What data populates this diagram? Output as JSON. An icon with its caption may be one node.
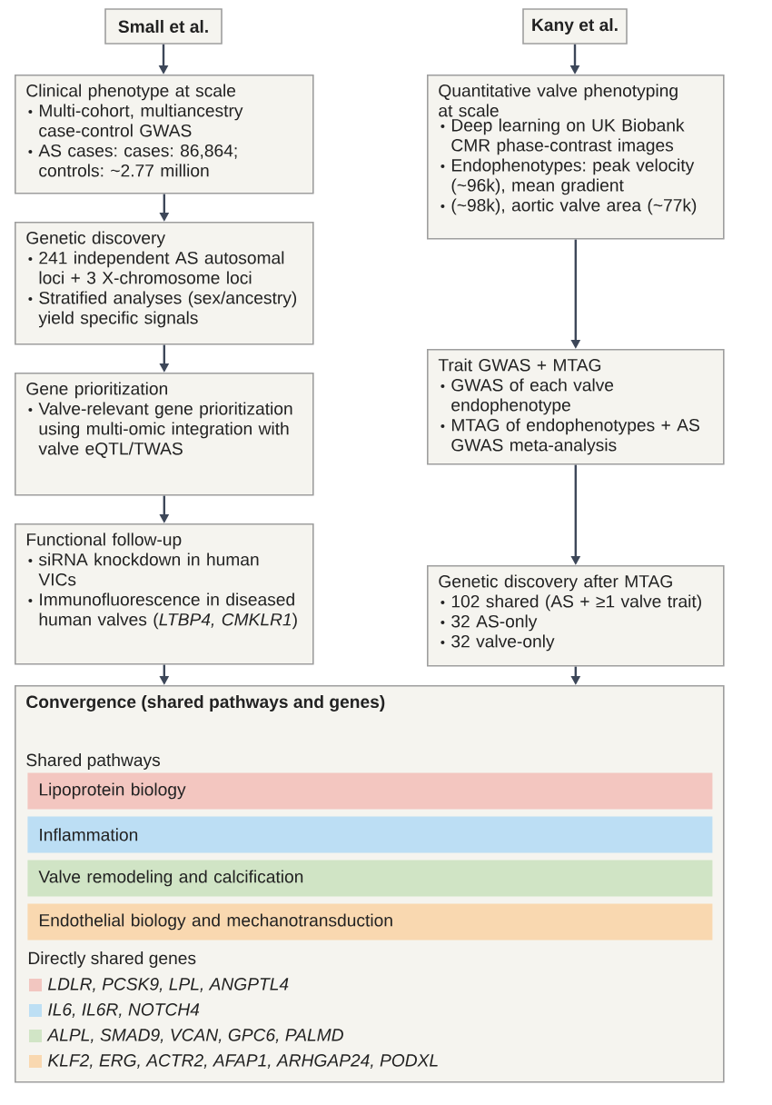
{
  "diagram": {
    "nodes": [
      {
        "text": [
          "Small et al."
        ]
      },
      {
        "text": [
          "Clinical phenotype at scale",
          "Multi-cohort, multiancestry case-control GWAS",
          "AS cases: cases: 86,864; controls: ~2.77 million"
        ]
      },
      {
        "text": [
          "Genetic discovery",
          "241 independent AS autosomal loci + 3 X-chromosome loci",
          "Stratified analyses (sex/ancestry) yield specific signals"
        ]
      },
      {
        "text": [
          "Gene prioritization",
          "Valve-relevant gene prioritization using multi-omic integration with valve eQTL/TWAS"
        ]
      },
      {
        "text": [
          "Functional follow-up",
          "siRNA knockdown in human VICs",
          "Immunofluorescence in diseased human valves (*LTBP4, CMKLR1*)"
        ]
      },
      {
        "text": [
          "Kany et al."
        ]
      },
      {
        "text": [
          "Quantitative valve phenotyping at scale",
          "Deep learning on UK Biobank CMR phase-contrast images",
          "Endophenotypes: peak velocity (~96k), mean gradient",
          "(~98k), aortic valve area (~77k)"
        ]
      },
      {
        "text": [
          "Trait GWAS + MTAG",
          "GWAS of each valve endophenotype",
          "MTAG of endophenotypes + AS GWAS meta-analysis"
        ]
      },
      {
        "text": [
          "Genetic discovery after MTAG",
          "102 shared (AS + ≥1 valve trait)",
          "32 AS-only",
          "32 valve-only"
        ]
      },
      {
        "text": [
          "Convergence (shared pathways and genes)",
          "Shared pathways",
          "Directly shared genes"
        ]
      },
      {
        "text": [
          "Lipoprotein biology"
        ],
        "in": 9
      },
      {
        "text": [
          "Inflammation"
        ],
        "in": 9
      },
      {
        "text": [
          "Valve remodeling and calcification"
        ],
        "in": 9
      },
      {
        "text": [
          "Endothelial biology and mechanotransduction"
        ],
        "in": 9
      }
    ],
    "edges": [
      {
        "from": 0,
        "to": 1,
        "arrow": "to"
      },
      {
        "from": 1,
        "to": 2,
        "arrow": "to"
      },
      {
        "from": 2,
        "to": 3,
        "arrow": "to"
      },
      {
        "from": 3,
        "to": 4,
        "arrow": "to"
      },
      {
        "from": 4,
        "to": 9,
        "arrow": "to"
      },
      {
        "from": 5,
        "to": 6,
        "arrow": "to"
      },
      {
        "from": 6,
        "to": 7,
        "arrow": "to"
      },
      {
        "from": 7,
        "to": 8,
        "arrow": "to"
      },
      {
        "from": 8,
        "to": 9,
        "arrow": "to"
      }
    ],
    "legend": [
      {
        "text": "LDLR, PCSK9, LPL, ANGPTL4",
        "color": "#f2c6c0"
      },
      {
        "text": "IL6, IL6R, NOTCH4",
        "color": "#bddff4"
      },
      {
        "text": "ALPL, SMAD9, VCAN, GPC6, PALMD",
        "color": "#d1e5c6"
      },
      {
        "text": "KLF2, ERG, ACTR2, AFAP1, ARHGAP24, PODXL",
        "color": "#f9d8b0"
      }
    ]
  }
}
